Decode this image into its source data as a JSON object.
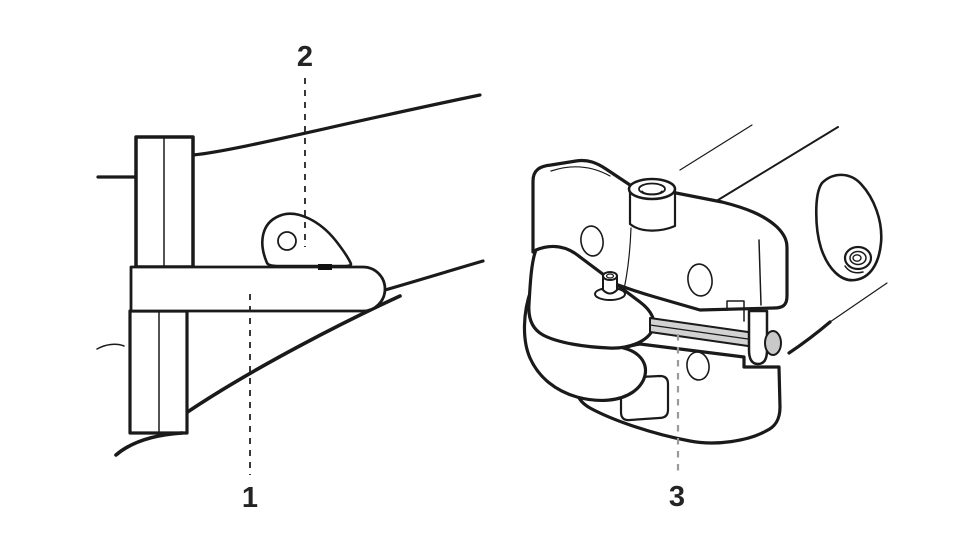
{
  "callouts": [
    {
      "label": "1"
    },
    {
      "label": "2"
    },
    {
      "label": "3"
    }
  ],
  "colors": {
    "background": "#ffffff",
    "line": "#1a1a1a",
    "highlight_fill": "#d2d2d2",
    "secondary_fill": "#c9c9c9",
    "leader_dark": "#222222",
    "leader_gray": "#9a9a9a",
    "label_color": "#242424"
  }
}
